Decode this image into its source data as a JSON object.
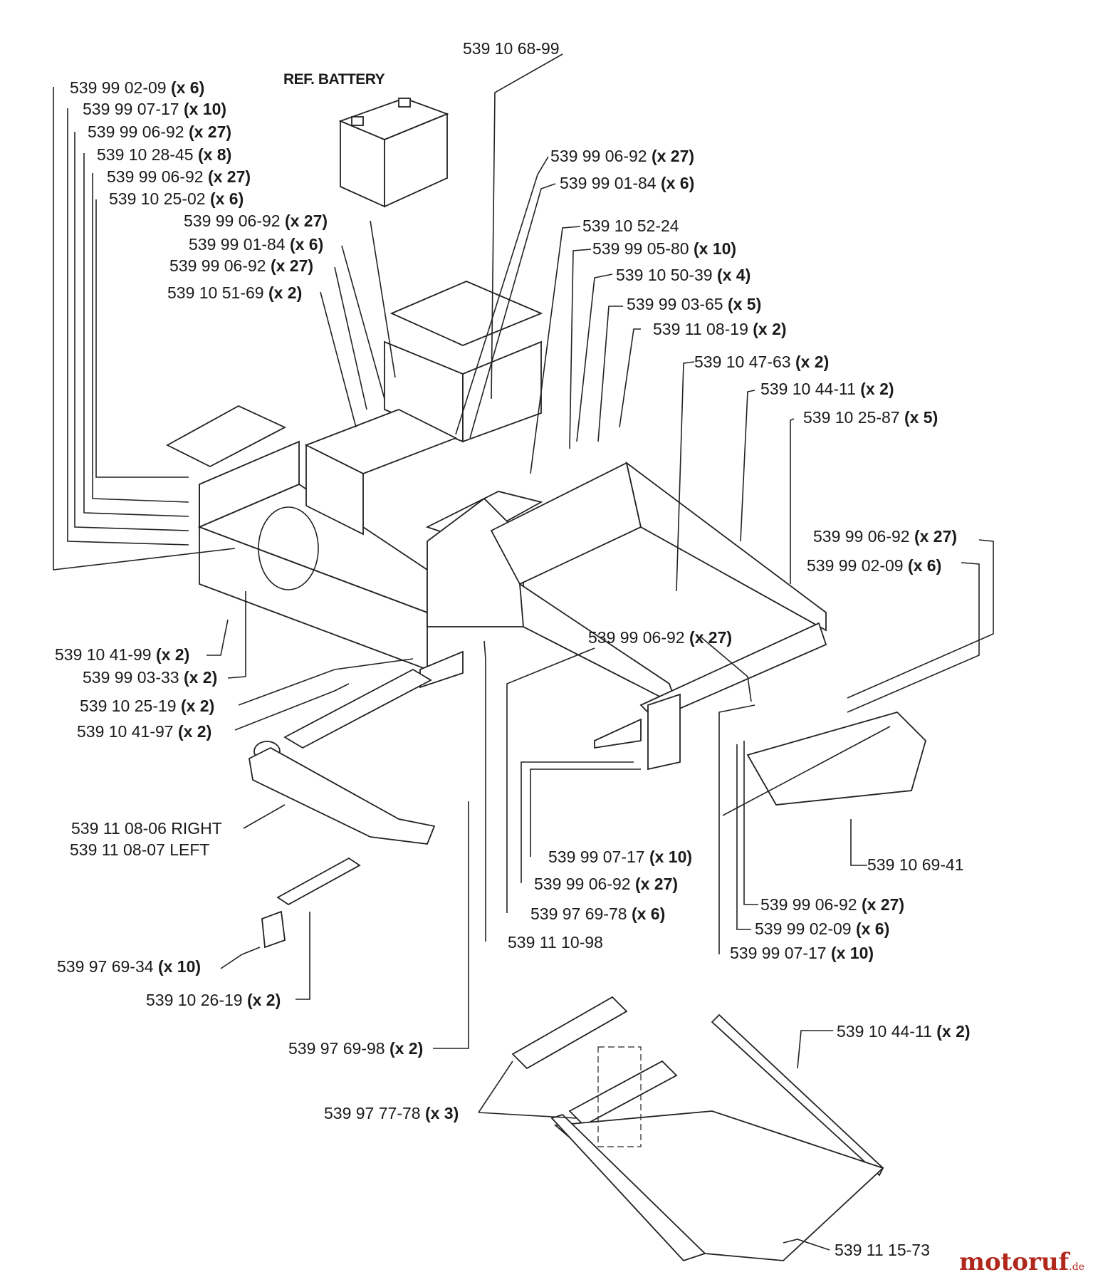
{
  "ref_battery": "REF. BATTERY",
  "labels": [
    {
      "part": "539 10 68-99",
      "qty": ""
    },
    {
      "part": "539 99 02-09",
      "qty": "(x 6)"
    },
    {
      "part": "539 99 07-17",
      "qty": "(x 10)"
    },
    {
      "part": "539 99 06-92",
      "qty": "(x 27)"
    },
    {
      "part": "539 10 28-45",
      "qty": "(x 8)"
    },
    {
      "part": "539 99 06-92",
      "qty": "(x 27)"
    },
    {
      "part": "539 10 25-02",
      "qty": "(x 6)"
    },
    {
      "part": "539 99 06-92",
      "qty": "(x 27)"
    },
    {
      "part": "539 99 01-84",
      "qty": "(x 6)"
    },
    {
      "part": "539 99 06-92",
      "qty": "(x 27)"
    },
    {
      "part": "539 10 51-69",
      "qty": "(x 2)"
    },
    {
      "part": "539 99 06-92",
      "qty": "(x 27)"
    },
    {
      "part": "539 99 01-84",
      "qty": "(x 6)"
    },
    {
      "part": "539 10 52-24",
      "qty": ""
    },
    {
      "part": "539 99 05-80",
      "qty": "(x 10)"
    },
    {
      "part": "539 10 50-39",
      "qty": "(x 4)"
    },
    {
      "part": "539 99 03-65",
      "qty": "(x 5)"
    },
    {
      "part": "539 11 08-19",
      "qty": "(x 2)"
    },
    {
      "part": "539 10 47-63",
      "qty": "(x 2)"
    },
    {
      "part": "539 10 44-11",
      "qty": "(x 2)"
    },
    {
      "part": "539 10 25-87",
      "qty": "(x 5)"
    },
    {
      "part": "539 99 06-92",
      "qty": "(x 27)"
    },
    {
      "part": "539 99 02-09",
      "qty": "(x 6)"
    },
    {
      "part": "539 99 06-92",
      "qty": "(x 27)"
    },
    {
      "part": "539 10 41-99",
      "qty": "(x 2)"
    },
    {
      "part": "539 99 03-33",
      "qty": "(x 2)"
    },
    {
      "part": "539 10 25-19",
      "qty": "(x 2)"
    },
    {
      "part": "539 10 41-97",
      "qty": "(x 2)"
    },
    {
      "part": "539 11 08-06 RIGHT",
      "qty": ""
    },
    {
      "part": "539 11 08-07 LEFT",
      "qty": ""
    },
    {
      "part": "539 99 07-17",
      "qty": "(x 10)"
    },
    {
      "part": "539 99 06-92",
      "qty": "(x 27)"
    },
    {
      "part": "539 97 69-78",
      "qty": "(x 6)"
    },
    {
      "part": "539 11 10-98",
      "qty": ""
    },
    {
      "part": "539 10 69-41",
      "qty": ""
    },
    {
      "part": "539 99 06-92",
      "qty": "(x 27)"
    },
    {
      "part": "539 99 02-09",
      "qty": "(x 6)"
    },
    {
      "part": "539 99 07-17",
      "qty": "(x 10)"
    },
    {
      "part": "539 97 69-34",
      "qty": "(x 10)"
    },
    {
      "part": "539 10 26-19",
      "qty": "(x 2)"
    },
    {
      "part": "539 97 69-98",
      "qty": "(x 2)"
    },
    {
      "part": "539 10 44-11",
      "qty": "(x 2)"
    },
    {
      "part": "539 97 77-78",
      "qty": "(x 3)"
    },
    {
      "part": "539 11 15-73",
      "qty": ""
    }
  ],
  "watermark": {
    "brand": "motoruf",
    "tld": ".de"
  }
}
